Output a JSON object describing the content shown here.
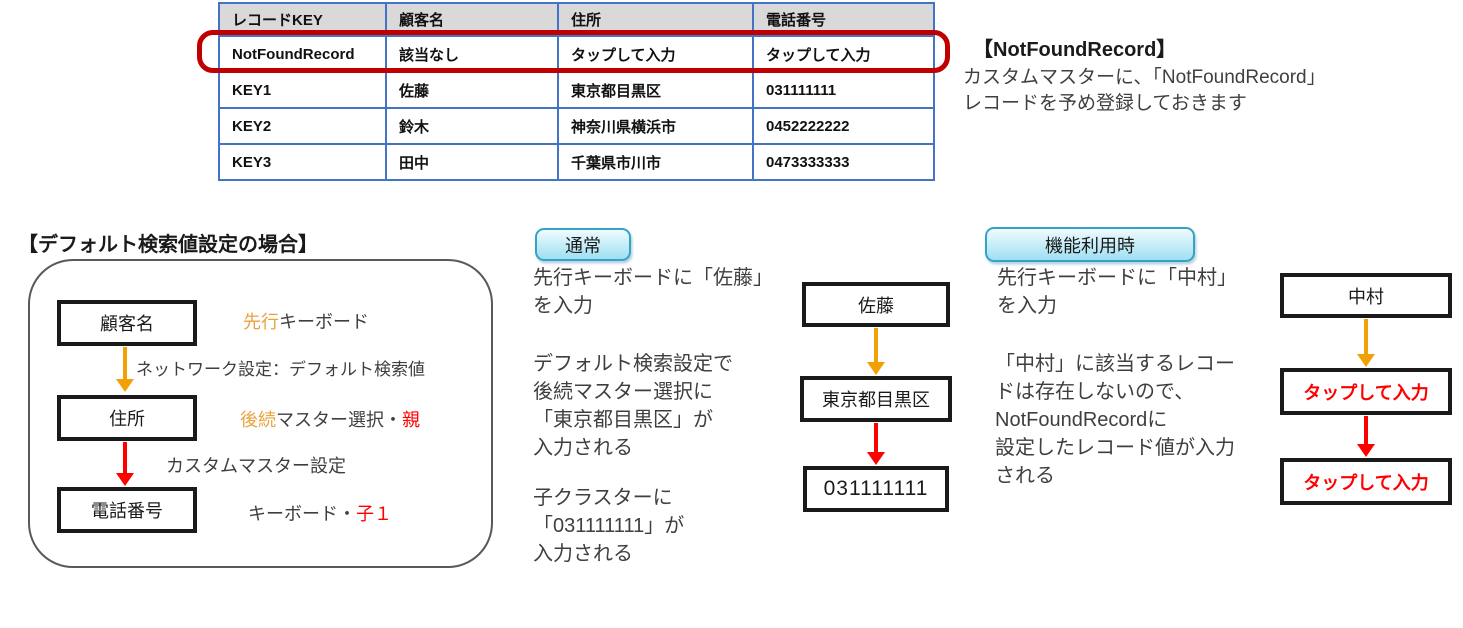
{
  "colors": {
    "table_border": "#4472C4",
    "table_header_bg": "#D9D9D9",
    "highlight_red": "#C00000",
    "accent_orange": "#E8A33D",
    "accent_red": "#FF0000",
    "arrow_orange": "#F2A104",
    "arrow_red": "#FE0000",
    "badge_border": "#35A3C4",
    "body_text": "#3F3F3F"
  },
  "master_table": {
    "headers": [
      "レコードKEY",
      "顧客名",
      "住所",
      "電話番号"
    ],
    "rows": [
      [
        "NotFoundRecord",
        "該当なし",
        "タップして入力",
        "タップして入力"
      ],
      [
        "KEY1",
        "佐藤",
        "東京都目黒区",
        "031111111"
      ],
      [
        "KEY2",
        "鈴木",
        "神奈川県横浜市",
        "0452222222"
      ],
      [
        "KEY3",
        "田中",
        "千葉県市川市",
        "0473333333"
      ]
    ]
  },
  "note": {
    "title": "【NotFoundRecord】",
    "body": "カスタムマスターに、「NotFoundRecord」\nレコードを予め登録しておきます"
  },
  "default_search": {
    "title": "【デフォルト検索値設定の場合】",
    "node1": "顧客名",
    "node1_label_accent": "先行",
    "node1_label_rest": "キーボード",
    "arrow1_label": "ネットワーク設定：デフォルト検索値",
    "node2": "住所",
    "node2_label_accent": "後続",
    "node2_label_mid": "マスター選択・",
    "node2_label_red": "親",
    "arrow2_label": "カスタムマスター設定",
    "node3": "電話番号",
    "node3_label_plain": "キーボード・",
    "node3_label_red": "子１"
  },
  "normal_case": {
    "badge": "通常",
    "para1": "先行キーボードに「佐藤」\nを入力",
    "para2": "デフォルト検索設定で\n後続マスター選択に\n「東京都目黒区」が\n入力される",
    "para3": "子クラスターに\n「031111111」が\n入力される",
    "flow": [
      "佐藤",
      "東京都目黒区",
      "031111111"
    ]
  },
  "feature_case": {
    "badge": "機能利用時",
    "para1": "先行キーボードに「中村」\nを入力",
    "para2": "「中村」に該当するレコー\nドは存在しないので、\nNotFoundRecordに\n設定したレコード値が入力\nされる",
    "flow": [
      "中村",
      "タップして入力",
      "タップして入力"
    ]
  }
}
